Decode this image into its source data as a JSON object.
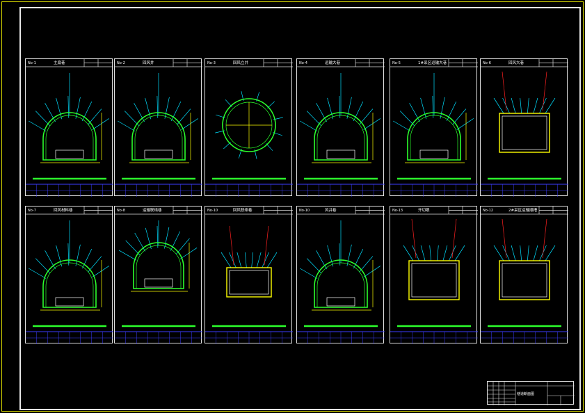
{
  "panels": [
    {
      "no": "No-1",
      "title": "主扇巷"
    },
    {
      "no": "No-2",
      "title": "回风井"
    },
    {
      "no": "No-3",
      "title": "回风立井"
    },
    {
      "no": "No-4",
      "title": "运输大巷"
    },
    {
      "no": "No-5",
      "title": "1#采区运输大巷"
    },
    {
      "no": "No-6",
      "title": "回风大巷"
    },
    {
      "no": "No-7",
      "title": "回风材料巷"
    },
    {
      "no": "No-8",
      "title": "运输联络巷"
    },
    {
      "no": "No-10",
      "title": "回风联络巷"
    },
    {
      "no": "No-10",
      "title": "风井巷"
    },
    {
      "no": "No-13",
      "title": "开切眼"
    },
    {
      "no": "No-12",
      "title": "2#采区运输顺槽"
    }
  ],
  "title_block": {
    "drawing_name": "巷道断面图",
    "drawing_code": ""
  },
  "colors": {
    "frame": "#e8e8e8",
    "outer_border": "#d8d800",
    "arch": "#2cff2c",
    "dimension": "#ffff00",
    "callout": "#00e0ff",
    "anchor": "#ff2020",
    "table_line": "#3c3cff"
  }
}
